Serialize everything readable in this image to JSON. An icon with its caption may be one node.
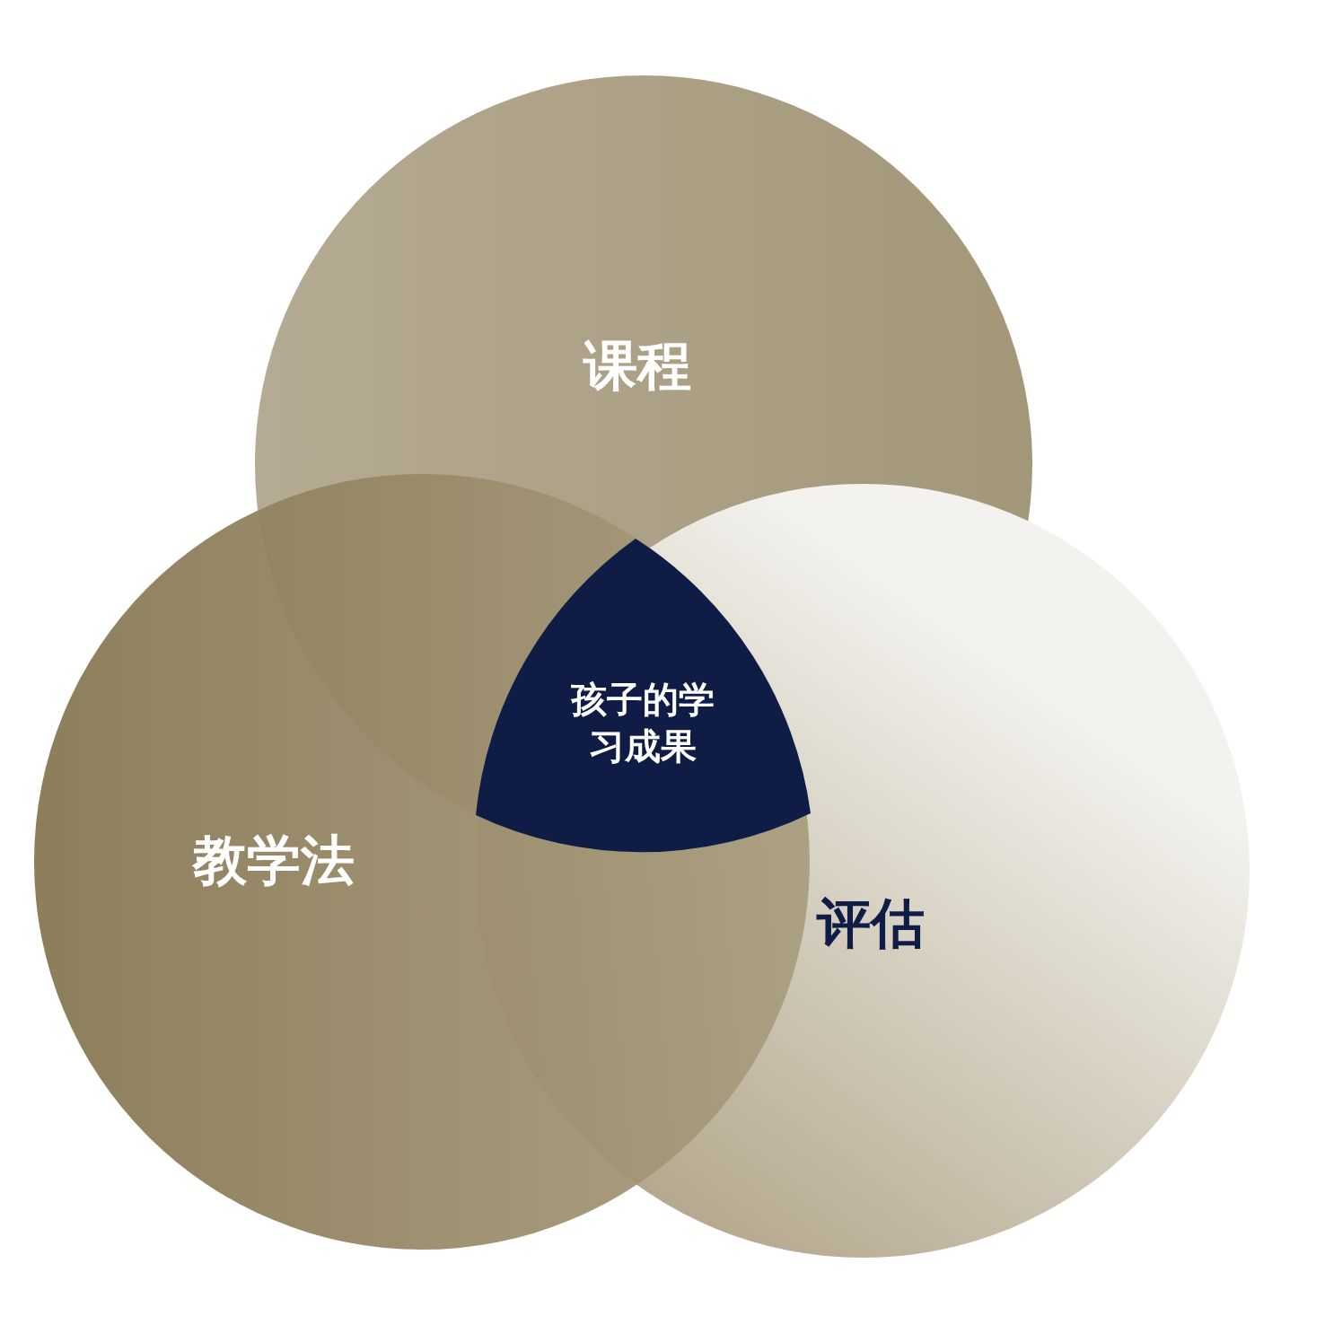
{
  "diagram": {
    "nodes": [
      {
        "text": [
          "课程"
        ]
      },
      {
        "text": [
          "教学法"
        ]
      },
      {
        "text": [
          "评估"
        ]
      },
      {
        "text": [
          "孩子的学习成果"
        ]
      }
    ]
  }
}
